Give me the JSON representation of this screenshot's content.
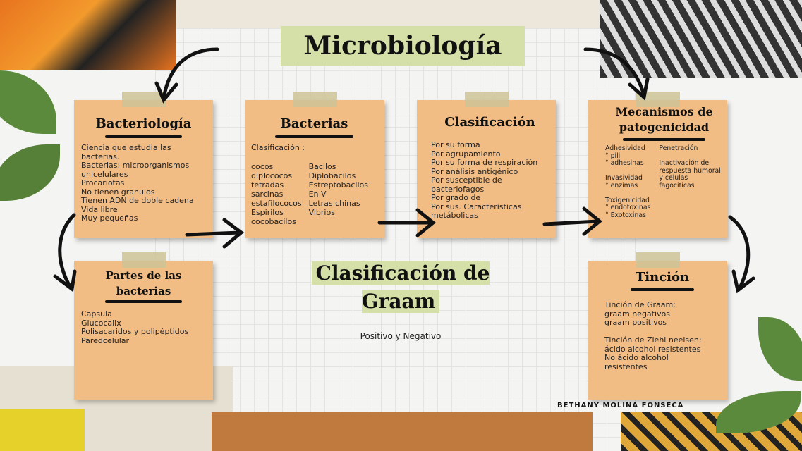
{
  "title": "Microbiología",
  "cards": {
    "bacteriologia": {
      "title": "Bacteriología",
      "body": "Ciencia que estudia las bacterias.\nBacterias: microorganismos\nunicelulares\nProcariotas\nNo tienen granulos\nTienen ADN de doble cadena\nVida libre\nMuy pequeñas"
    },
    "bacterias": {
      "title": "Bacterias",
      "label": "Clasificación :",
      "col1": "cocos\ndiplococos\ntetradas\nsarcinas\nestafilococos\nEspirilos\ncocobacilos",
      "col2": "Bacilos\nDiplobacilos\nEstreptobacilos\nEn V\nLetras chinas\n Vibrios"
    },
    "clasificacion": {
      "title": "Clasificación",
      "body": "Por su forma\nPor agrupamiento\nPor su forma de respiración\nPor análisis antigénico\nPor susceptible de bacteriofagos\nPor grado de\nPor sus. Características\nmetábolicas"
    },
    "mecanismos": {
      "title": "Mecanismos de patogenicidad",
      "col1": "Adhesividad\n° pili\n° adhesinas\n\nInvasividad\n° enzimas\n\nToxigenicidad\n° endotoxinas\n° Exotoxinas",
      "col2": "Penetración\n\nInactivación de\nrespuesta humoral\ny celulas\nfagociticas"
    },
    "partes": {
      "title": "Partes de las bacterias",
      "body": "Capsula\nGlucocalix\nPolisacaridos y polipéptidos\nParedcelular"
    },
    "tincion": {
      "title": "Tinción",
      "body": "Tinción de Graam:\ngraam negativos\ngraam positivos\n\nTinción de Ziehl neelsen:\nácido alcohol resistentes\nNo ácido alcohol\nresistentes"
    }
  },
  "graam": {
    "title": "Clasificación de Graam",
    "subtitle": "Positivo y Negativo"
  },
  "author": "BETHANY MOLINA FONSECA",
  "colors": {
    "card": "#f2bc85",
    "highlight": "#d4e0a8"
  }
}
